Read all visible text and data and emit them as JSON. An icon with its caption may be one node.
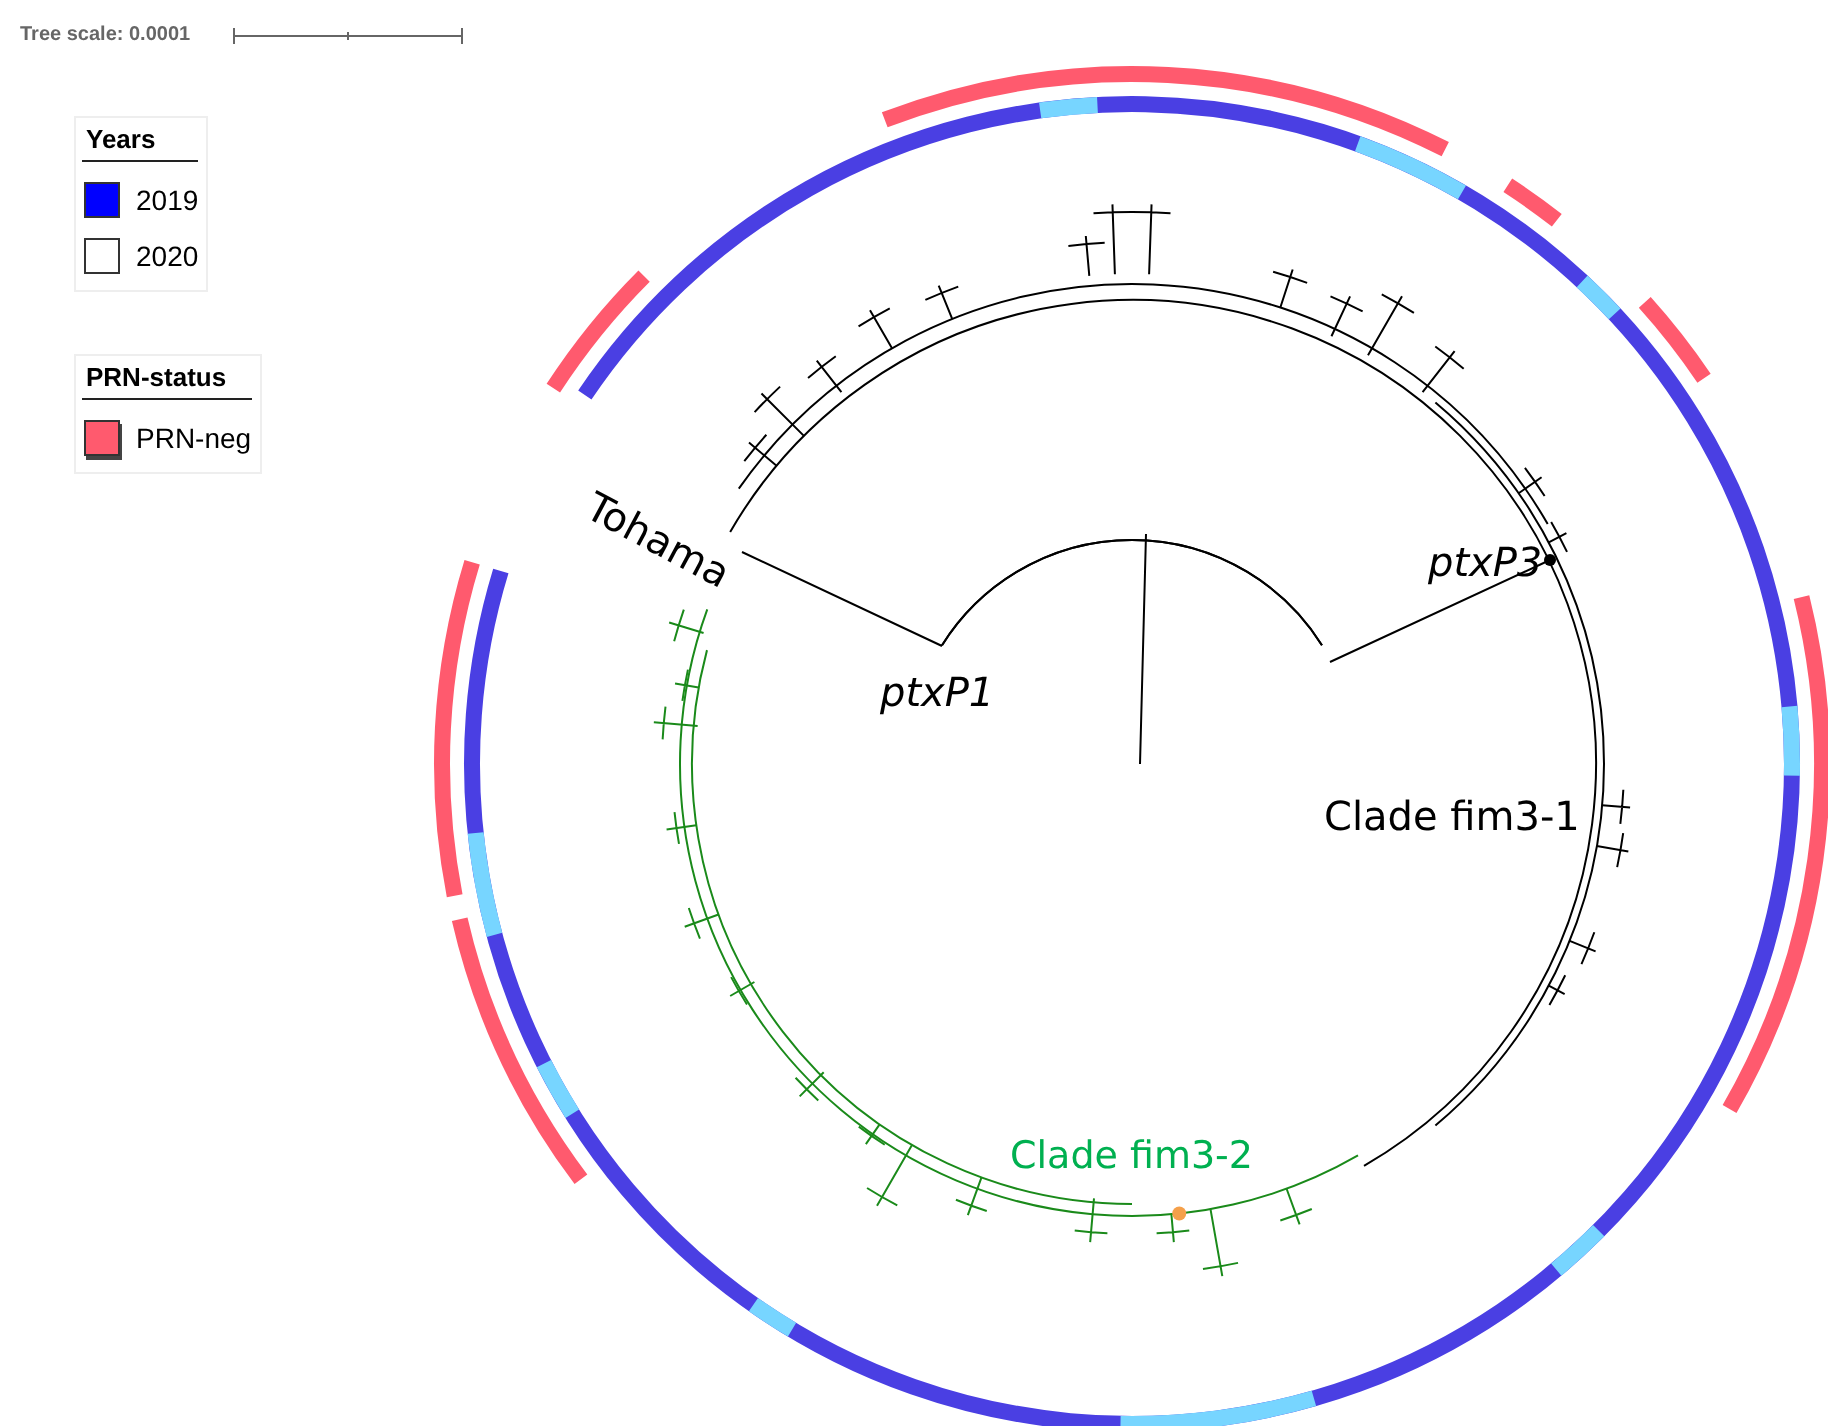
{
  "diagram": {
    "labels": [
      "Tree scale: 0.0001",
      "Years",
      "PRN-status",
      "Tohama",
      "ptxP1",
      "ptxP3",
      "Clade fim3-1",
      "Clade fim3-2"
    ],
    "legend": [
      {
        "text": "2019",
        "color": "#0000ff"
      },
      {
        "text": "2020",
        "color": "#ffffff"
      },
      {
        "text": "PRN-neg",
        "color": "#ff5a6e"
      }
    ]
  }
}
